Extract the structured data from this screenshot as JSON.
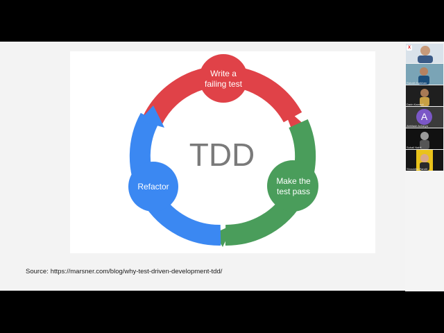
{
  "diagram": {
    "center_label": "TDD",
    "steps": [
      {
        "label_line1": "Write a",
        "label_line2": "failing test",
        "color": "#e04248"
      },
      {
        "label_line1": "Make the",
        "label_line2": "test pass",
        "color": "#4a9d5b"
      },
      {
        "label_line1": "Refactor",
        "label_line2": "",
        "color": "#3b88f2"
      }
    ]
  },
  "source": {
    "label": "Source:",
    "url": "https://marsner.com/blog/why-test-driven-development-tdd/"
  },
  "participants": {
    "host_logo": "X",
    "tiles": [
      {
        "name": "Rahath Barkhan"
      },
      {
        "name": "Darin Karnadi"
      },
      {
        "name": "Abhilash Acharya",
        "initial": "A"
      },
      {
        "name": "Suhail Nabil"
      },
      {
        "name": "Shraddha Pandit"
      }
    ]
  },
  "colors": {
    "red": "#e04248",
    "green": "#4a9d5b",
    "blue": "#3b88f2",
    "center_text": "#7a7a7a"
  }
}
